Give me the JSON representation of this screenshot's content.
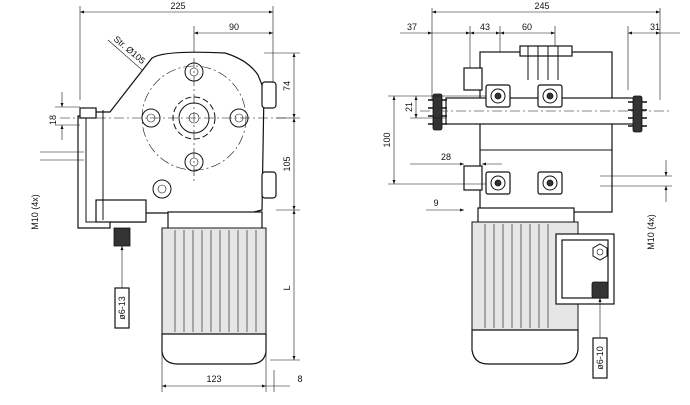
{
  "dimensions": {
    "left_top_width": "225",
    "left_offset_90": "90",
    "pitch_circle": "Str. Ø105",
    "left_height_74": "74",
    "left_18": "18",
    "left_height_105": "105",
    "left_L": "L",
    "left_bottom_123": "123",
    "left_bottom_8": "8",
    "left_thread": "M10 (4x)",
    "left_cable": "ø6-13",
    "right_top_width": "245",
    "right_37": "37",
    "right_43": "43",
    "right_60": "60",
    "right_31": "31",
    "right_21": "21",
    "right_100": "100",
    "right_28": "28",
    "right_9": "9",
    "right_thread": "M10 (4x)",
    "right_cable": "ø6-10"
  },
  "colors": {
    "line": "#111111",
    "background": "#ffffff",
    "shade": "#e6e6e6"
  }
}
